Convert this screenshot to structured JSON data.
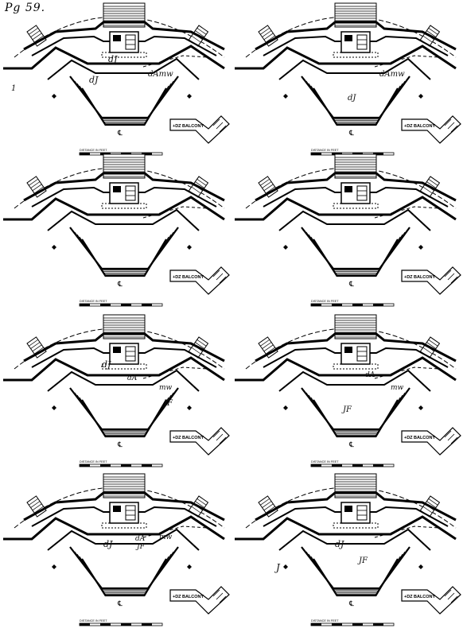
{
  "page_label": "Pg 59.",
  "plan_labels": {
    "balcony": "BALCONY",
    "balcony_code": "+DZ",
    "scale_caption": "DISTANCE IN FEET",
    "centerline": "℄"
  },
  "panels": [
    {
      "id": "p1",
      "annotations": [
        {
          "text": "dJ"
        },
        {
          "text": "dJ"
        },
        {
          "text": "dAmw"
        },
        {
          "text": "1"
        }
      ]
    },
    {
      "id": "p2",
      "annotations": [
        {
          "text": "dAmw"
        },
        {
          "text": "dJ"
        }
      ]
    },
    {
      "id": "p3",
      "annotations": []
    },
    {
      "id": "p4",
      "annotations": []
    },
    {
      "id": "p5",
      "annotations": [
        {
          "text": "dJ"
        },
        {
          "text": "dA"
        },
        {
          "text": "mw"
        },
        {
          "text": "JF"
        }
      ]
    },
    {
      "id": "p6",
      "annotations": [
        {
          "text": "dA"
        },
        {
          "text": "mw"
        },
        {
          "text": "JF"
        }
      ]
    },
    {
      "id": "p7",
      "annotations": [
        {
          "text": "dA"
        },
        {
          "text": "mw"
        },
        {
          "text": "dJ"
        },
        {
          "text": "JF"
        }
      ]
    },
    {
      "id": "p8",
      "annotations": [
        {
          "text": "dJ"
        },
        {
          "text": "JF"
        },
        {
          "text": "J"
        }
      ]
    }
  ],
  "style": {
    "ink": "#000000",
    "paper": "#ffffff",
    "annotation_ink": "#111111"
  }
}
